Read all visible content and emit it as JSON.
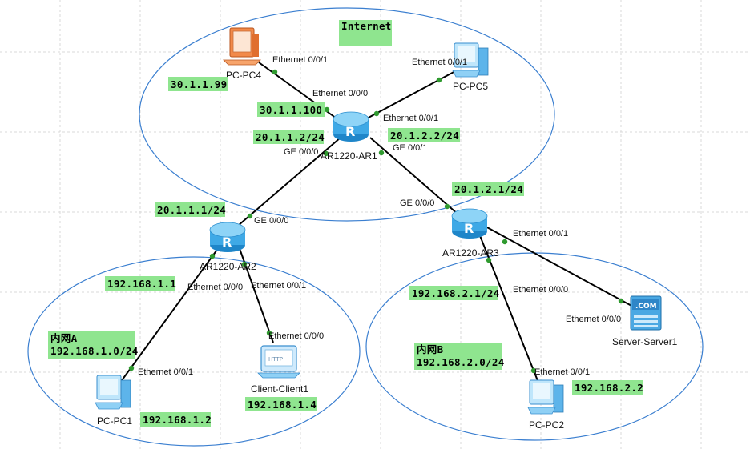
{
  "colors": {
    "link": "#000000",
    "zone": "#3b7fd0",
    "note_bg": "#8fe58f",
    "grid": "#d8d8d8",
    "router": "#3fa9e6"
  },
  "devices": {
    "pc4": {
      "label": "PC-PC4",
      "icon": "pc-orange-icon"
    },
    "pc5": {
      "label": "PC-PC5",
      "icon": "pc-icon"
    },
    "ar1": {
      "label": "AR1220-AR1",
      "icon": "router-icon"
    },
    "ar2": {
      "label": "AR1220-AR2",
      "icon": "router-icon"
    },
    "ar3": {
      "label": "AR1220-AR3",
      "icon": "router-icon"
    },
    "pc1": {
      "label": "PC-PC1",
      "icon": "pc-icon"
    },
    "client1": {
      "label": "Client-Client1",
      "icon": "client-icon"
    },
    "pc2": {
      "label": "PC-PC2",
      "icon": "pc-icon"
    },
    "server1": {
      "label": "Server-Server1",
      "icon": "server-icon"
    }
  },
  "ports": {
    "pc4_e001": "Ethernet 0/0/1",
    "ar1_e000": "Ethernet 0/0/0",
    "pc5_e001": "Ethernet 0/0/1",
    "ar1_e001": "Ethernet 0/0/1",
    "ar1_ge000": "GE 0/0/0",
    "ar1_ge001": "GE 0/0/1",
    "ar2_ge000": "GE 0/0/0",
    "ar3_ge000": "GE 0/0/0",
    "ar2_e000": "Ethernet 0/0/0",
    "ar2_e001": "Ethernet 0/0/1",
    "client1_e000": "Ethernet 0/0/0",
    "pc1_e001": "Ethernet 0/0/1",
    "ar3_e001": "Ethernet 0/0/1",
    "ar3_e000": "Ethernet 0/0/0",
    "server1_e000": "Ethernet 0/0/0",
    "pc2_e001": "Ethernet 0/0/1"
  },
  "notes": {
    "internet": "Internet",
    "pc4_ip": "30.1.1.99",
    "ar1_e000_ip": "30.1.1.100",
    "ar1_ge000_ip": "20.1.1.2/24",
    "ar1_ge001_ip": "20.1.2.2/24",
    "ar3_ge000_ip": "20.1.2.1/24",
    "ar2_ge000_ip": "20.1.1.1/24",
    "ar2_e000_ip": "192.168.1.1",
    "lan_a_name": "内网A",
    "lan_a_net": "192.168.1.0/24",
    "pc1_ip": "192.168.1.2",
    "client1_ip": "192.168.1.4",
    "ar3_e000_ip": "192.168.2.1/24",
    "lan_b_name": "内网B",
    "lan_b_net": "192.168.2.0/24",
    "pc2_ip": "192.168.2.2"
  }
}
